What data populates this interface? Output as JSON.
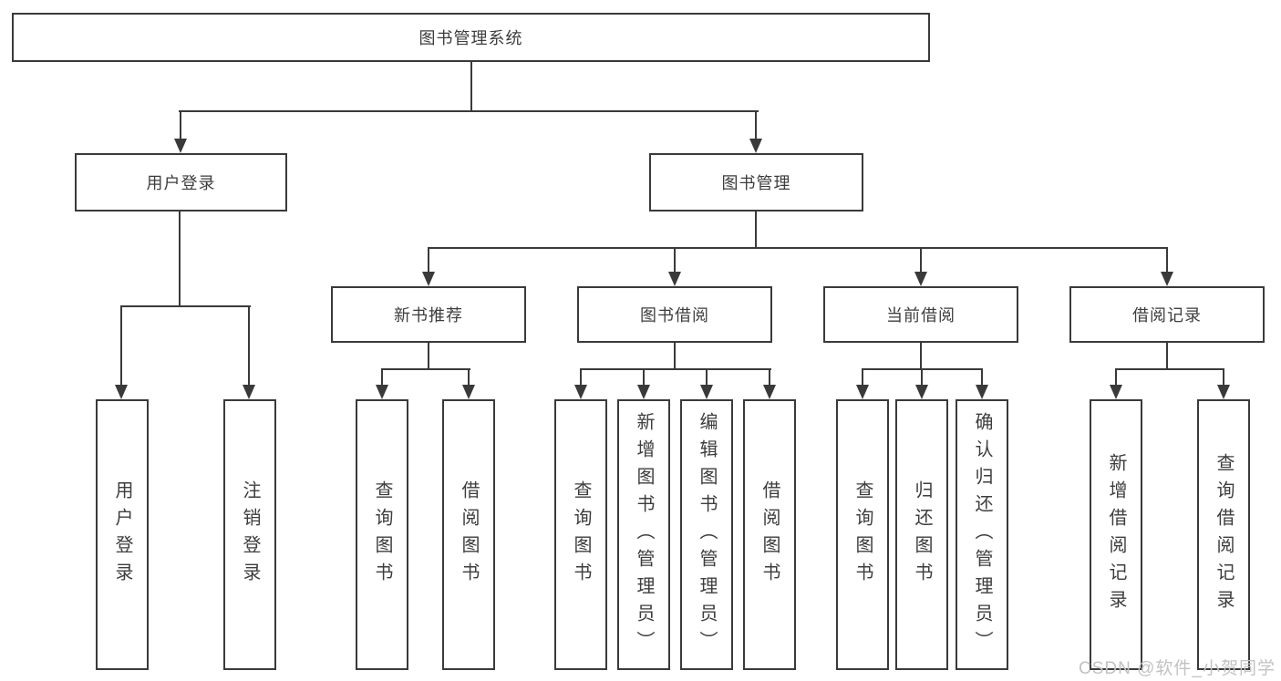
{
  "tree": {
    "label": "图书管理系统",
    "children": [
      {
        "label": "用户登录",
        "children": [
          {
            "label": "用户登录"
          },
          {
            "label": "注销登录"
          }
        ]
      },
      {
        "label": "图书管理",
        "children": [
          {
            "label": "新书推荐",
            "children": [
              {
                "label": "查询图书"
              },
              {
                "label": "借阅图书"
              }
            ]
          },
          {
            "label": "图书借阅",
            "children": [
              {
                "label": "查询图书"
              },
              {
                "label": "新增图书（管理员）"
              },
              {
                "label": "编辑图书（管理员）"
              },
              {
                "label": "借阅图书"
              }
            ]
          },
          {
            "label": "当前借阅",
            "children": [
              {
                "label": "查询图书"
              },
              {
                "label": "归还图书"
              },
              {
                "label": "确认归还（管理员）"
              }
            ]
          },
          {
            "label": "借阅记录",
            "children": [
              {
                "label": "新增借阅记录"
              },
              {
                "label": "查询借阅记录"
              }
            ]
          }
        ]
      }
    ]
  },
  "watermark": {
    "text": "CSDN @软件_小贺同学"
  },
  "colors": {
    "line": "#3a3a3a",
    "box_border": "#3a3a3a",
    "text": "#3d3d3d",
    "watermark": "#c2c2c2",
    "background": "#ffffff"
  }
}
